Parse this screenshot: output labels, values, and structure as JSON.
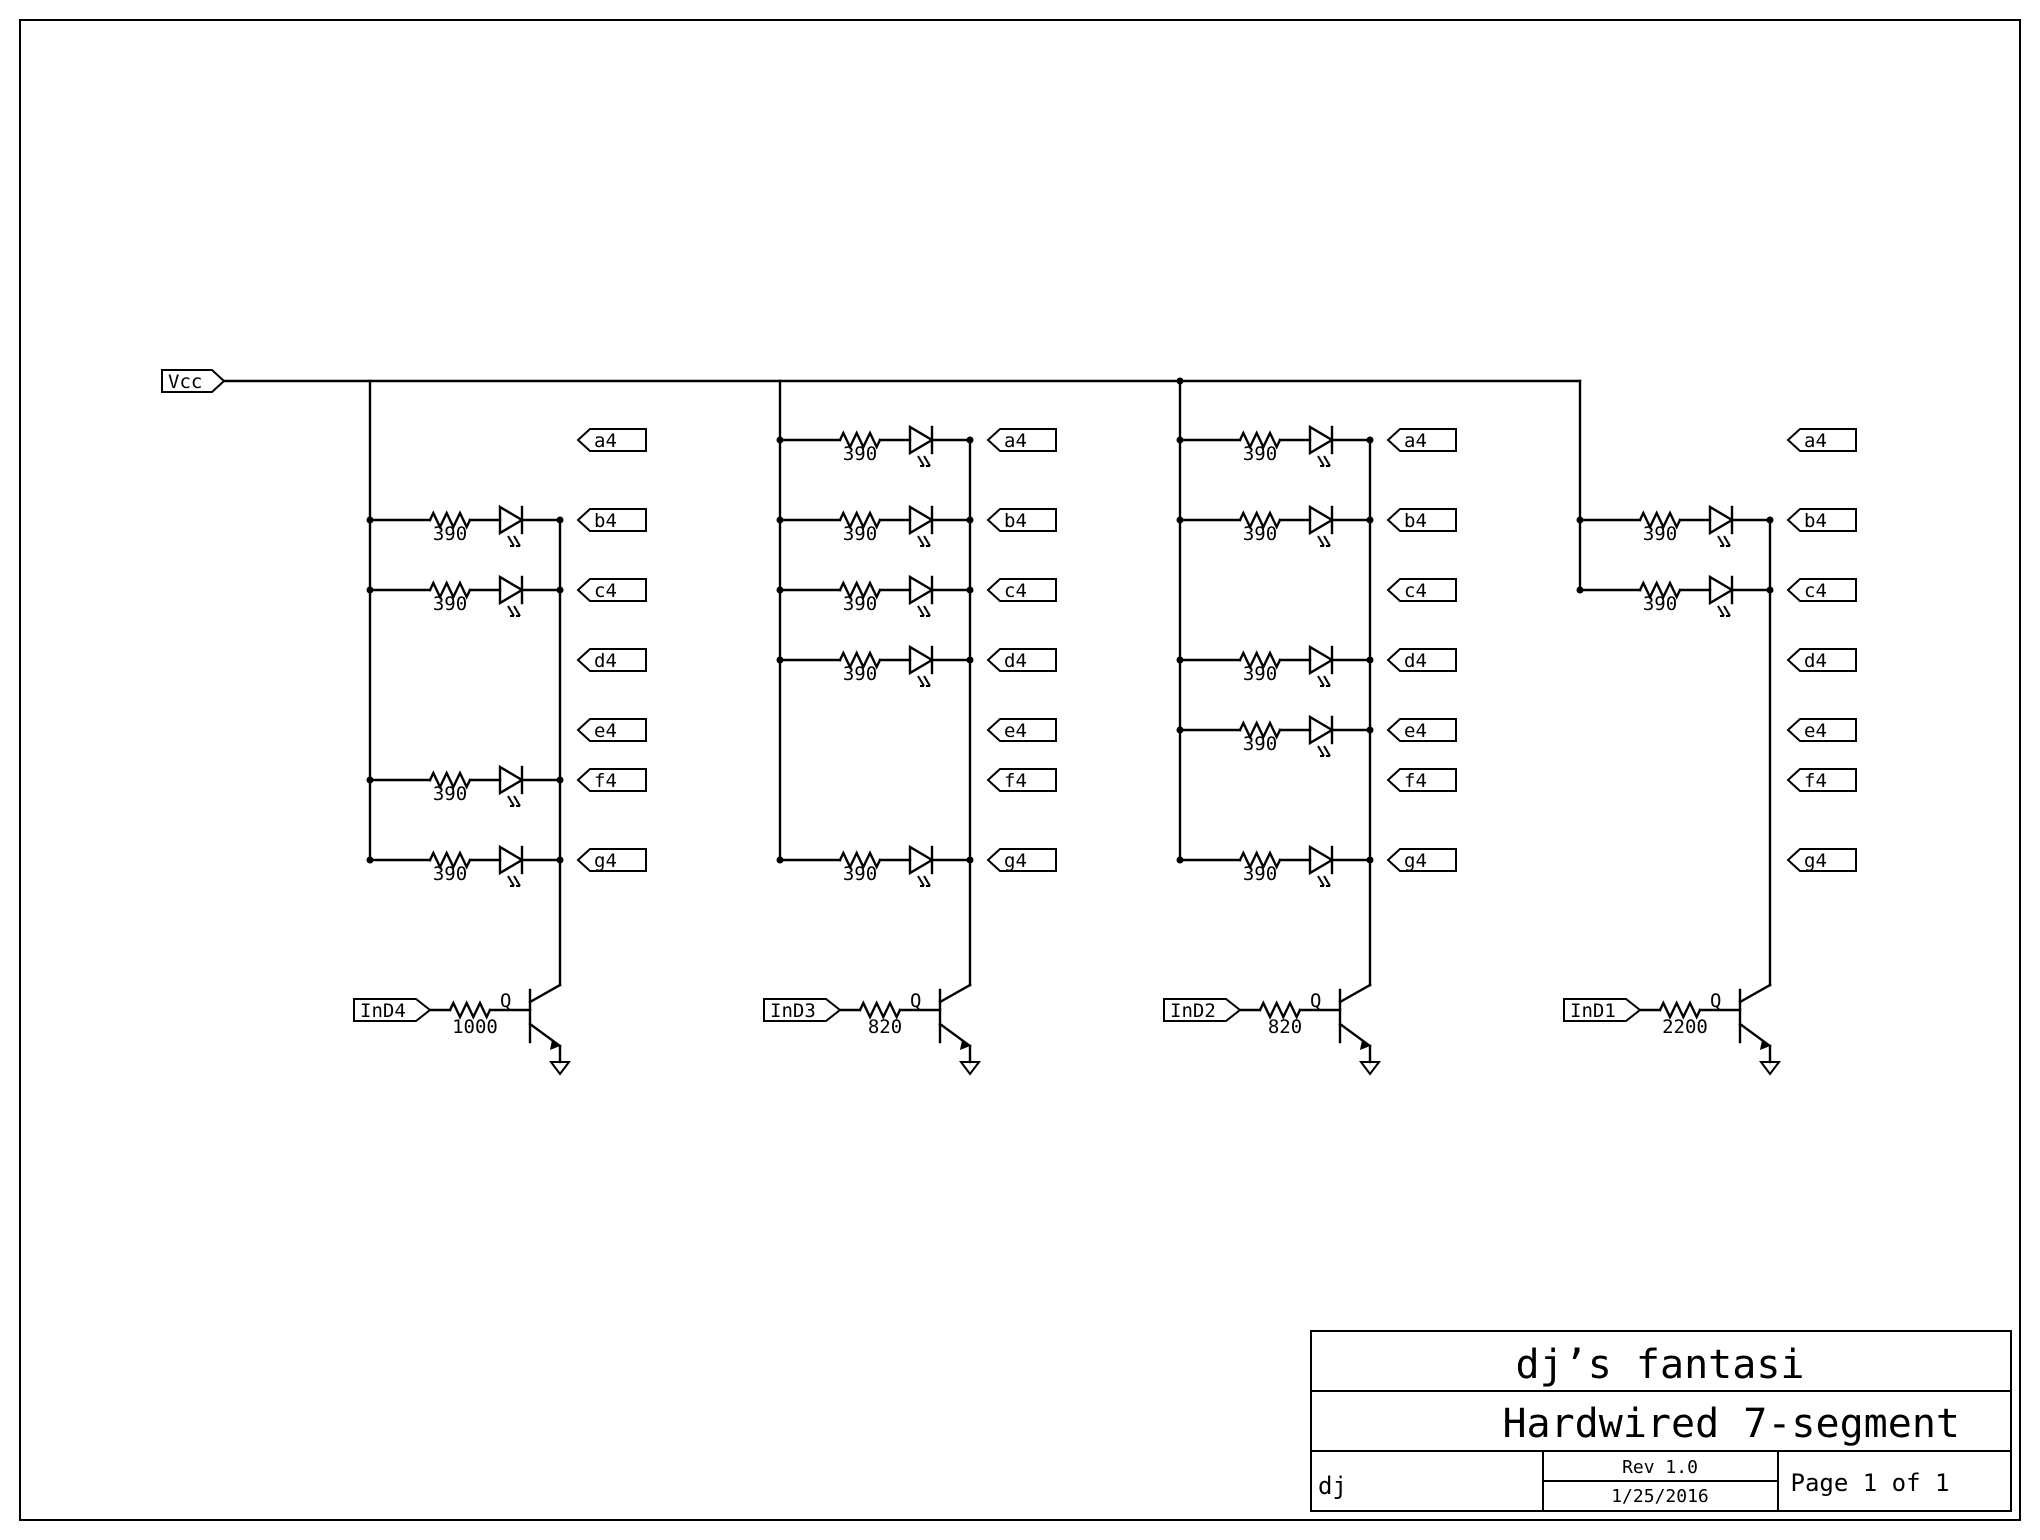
{
  "schematic": {
    "power_net": "Vcc",
    "digits": [
      {
        "input_label": "InD4",
        "base_resistor": "1000",
        "transistor_label": "Q",
        "segments": [
          {
            "label": "a4",
            "connected": false
          },
          {
            "label": "b4",
            "connected": true,
            "resistor": "390"
          },
          {
            "label": "c4",
            "connected": true,
            "resistor": "390"
          },
          {
            "label": "d4",
            "connected": false
          },
          {
            "label": "e4",
            "connected": false
          },
          {
            "label": "f4",
            "connected": true,
            "resistor": "390"
          },
          {
            "label": "g4",
            "connected": true,
            "resistor": "390"
          }
        ]
      },
      {
        "input_label": "InD3",
        "base_resistor": "820",
        "transistor_label": "Q",
        "segments": [
          {
            "label": "a4",
            "connected": true,
            "resistor": "390"
          },
          {
            "label": "b4",
            "connected": true,
            "resistor": "390"
          },
          {
            "label": "c4",
            "connected": true,
            "resistor": "390"
          },
          {
            "label": "d4",
            "connected": true,
            "resistor": "390"
          },
          {
            "label": "e4",
            "connected": false
          },
          {
            "label": "f4",
            "connected": false
          },
          {
            "label": "g4",
            "connected": true,
            "resistor": "390"
          }
        ]
      },
      {
        "input_label": "InD2",
        "base_resistor": "820",
        "transistor_label": "Q",
        "segments": [
          {
            "label": "a4",
            "connected": true,
            "resistor": "390"
          },
          {
            "label": "b4",
            "connected": true,
            "resistor": "390"
          },
          {
            "label": "c4",
            "connected": false
          },
          {
            "label": "d4",
            "connected": true,
            "resistor": "390"
          },
          {
            "label": "e4",
            "connected": true,
            "resistor": "390"
          },
          {
            "label": "f4",
            "connected": false
          },
          {
            "label": "g4",
            "connected": true,
            "resistor": "390"
          }
        ]
      },
      {
        "input_label": "InD1",
        "base_resistor": "2200",
        "transistor_label": "Q",
        "segments": [
          {
            "label": "a4",
            "connected": false
          },
          {
            "label": "b4",
            "connected": true,
            "resistor": "390"
          },
          {
            "label": "c4",
            "connected": true,
            "resistor": "390"
          },
          {
            "label": "d4",
            "connected": false
          },
          {
            "label": "e4",
            "connected": false
          },
          {
            "label": "f4",
            "connected": false
          },
          {
            "label": "g4",
            "connected": false
          }
        ]
      }
    ]
  },
  "title_block": {
    "company": "dj’s fantasi",
    "title": "Hardwired 7-segment",
    "author": "dj",
    "revision": "Rev 1.0",
    "date": "1/25/2016",
    "page": "Page 1 of 1"
  }
}
